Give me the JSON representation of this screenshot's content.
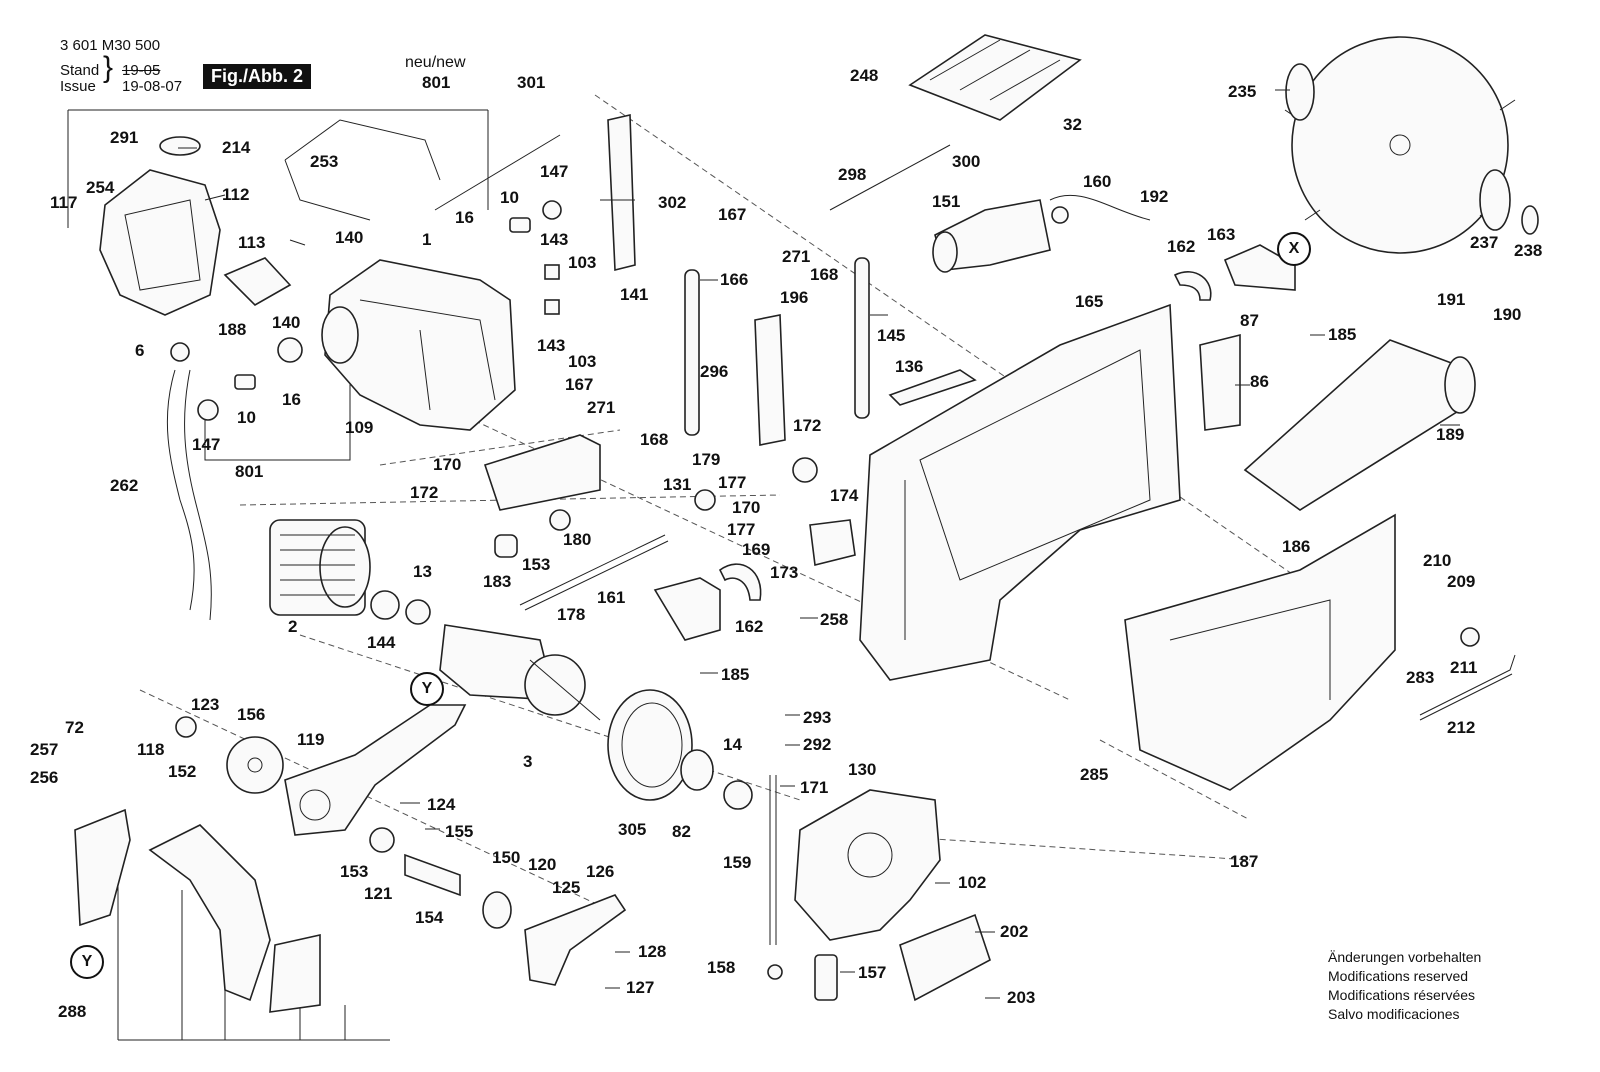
{
  "header": {
    "part_number": "3 601 M30 500",
    "stand_label": "Stand",
    "issue_label": "Issue",
    "old_date": "19-05",
    "issue_date": "19-08-07",
    "figure_label": "Fig./Abb. 2",
    "new_label": "neu/new"
  },
  "footer": {
    "notes": [
      "Änderungen vorbehalten",
      "Modifications reserved",
      "Modifications réservées",
      "Salvo modificaciones"
    ]
  },
  "markers": {
    "x": "X",
    "y": "Y"
  },
  "callouts": [
    "801",
    "301",
    "248",
    "32",
    "235",
    "291",
    "214",
    "253",
    "300",
    "298",
    "160",
    "192",
    "151",
    "254",
    "112",
    "147",
    "117",
    "16",
    "10",
    "302",
    "167",
    "271",
    "168",
    "163",
    "162",
    "237",
    "238",
    "113",
    "140",
    "1",
    "143",
    "103",
    "141",
    "166",
    "196",
    "165",
    "191",
    "190",
    "188",
    "140",
    "87",
    "185",
    "145",
    "136",
    "6",
    "16",
    "10",
    "143",
    "103",
    "167",
    "271",
    "296",
    "86",
    "189",
    "109",
    "147",
    "801",
    "168",
    "172",
    "170",
    "179",
    "172",
    "177",
    "131",
    "170",
    "174",
    "262",
    "177",
    "180",
    "169",
    "186",
    "153",
    "183",
    "173",
    "210",
    "209",
    "178",
    "161",
    "162",
    "258",
    "2",
    "144",
    "13",
    "185",
    "211",
    "283",
    "212",
    "Y",
    "123",
    "72",
    "156",
    "119",
    "3",
    "293",
    "257",
    "118",
    "152",
    "292",
    "14",
    "130",
    "256",
    "171",
    "124",
    "285",
    "155",
    "305",
    "82",
    "153",
    "150",
    "126",
    "121",
    "120",
    "125",
    "159",
    "102",
    "187",
    "154",
    "202",
    "128",
    "158",
    "157",
    "127",
    "203",
    "288"
  ],
  "colors": {
    "line": "#222222",
    "background": "#ffffff",
    "label_box": "#111111"
  }
}
